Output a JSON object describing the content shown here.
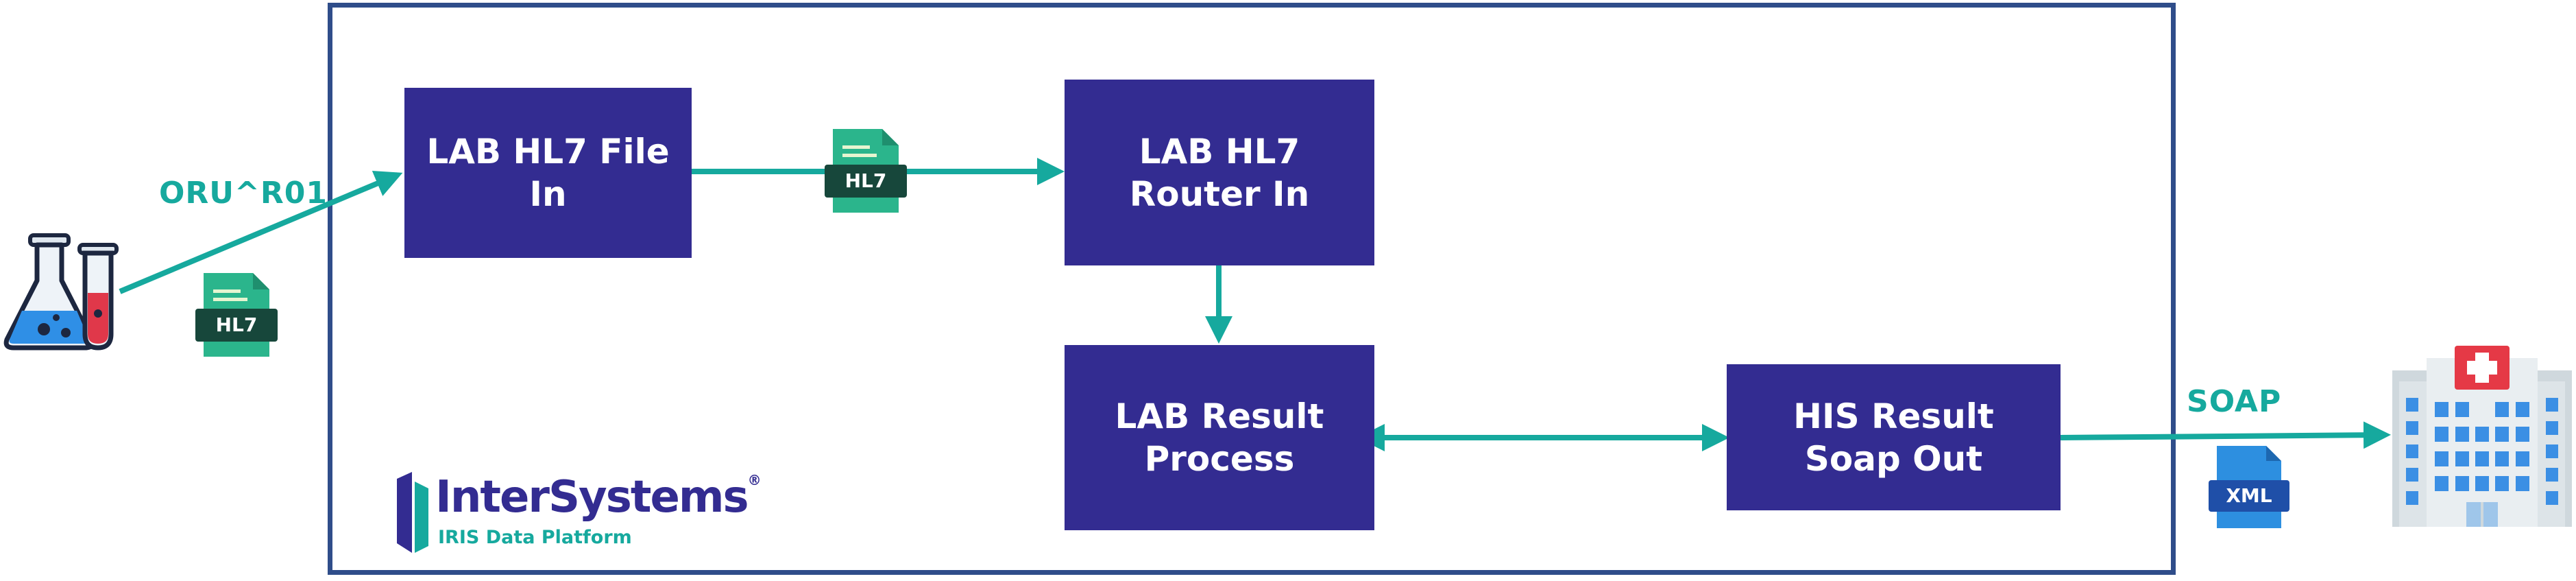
{
  "nodes": {
    "file_in": "LAB HL7 File\nIn",
    "router_in": "LAB HL7\nRouter In",
    "result_process": "LAB Result\nProcess",
    "soap_out": "HIS Result\nSoap Out"
  },
  "labels": {
    "inbound": "ORU^R01",
    "outbound": "SOAP"
  },
  "doc_badges": {
    "hl7_left": "HL7",
    "hl7_middle": "HL7",
    "xml": "XML"
  },
  "logo": {
    "brand": "InterSystems",
    "registered": "®",
    "product": "IRIS Data Platform"
  },
  "colors": {
    "box": "#332c91",
    "arrow": "#16a99e",
    "frame": "#2f4d8a",
    "hl7_doc": "#2bb58c",
    "xml_doc": "#2d8fe0"
  },
  "icons": [
    "lab-flask-icon",
    "hospital-icon",
    "hl7-document-icon",
    "xml-document-icon"
  ]
}
